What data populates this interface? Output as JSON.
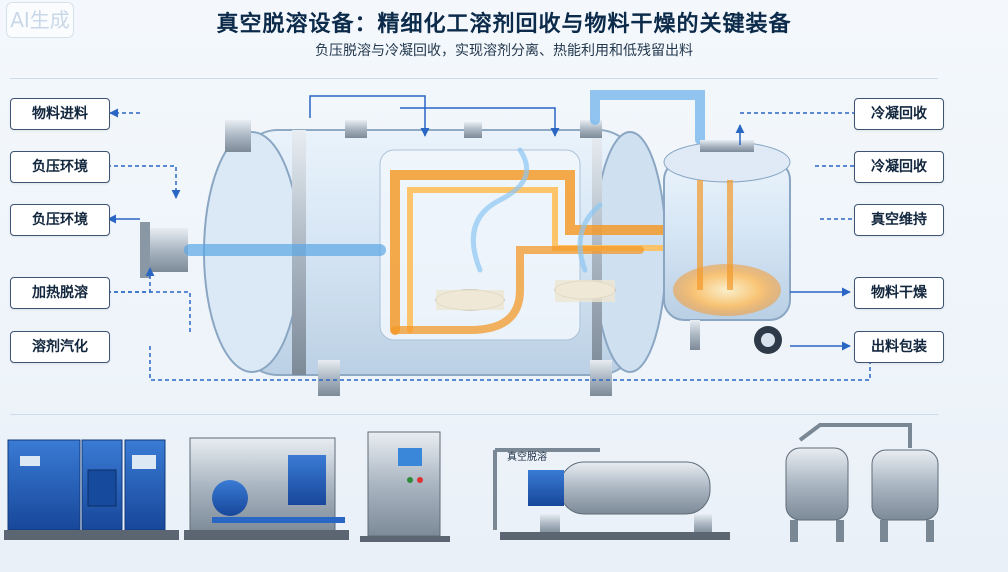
{
  "watermark": "AI生成",
  "header": {
    "title": "真空脱溶设备：精细化工溶剂回收与物料干燥的关键装备",
    "subtitle": "负压脱溶与冷凝回收，实现溶剂分离、热能利用和低残留出料"
  },
  "left_labels": [
    "物料进料",
    "负压环境",
    "负压环境",
    "加热脱溶",
    "溶剂汽化"
  ],
  "right_labels": [
    "冷凝回收",
    "冷凝回收",
    "真空维持",
    "物料干燥",
    "出料包装"
  ],
  "equipment_tag": "真空脱溶",
  "colors": {
    "hot_pipe": "#f39a2a",
    "cold_pipe": "#5aa6e6",
    "label_border": "#3d5573",
    "machine_blue": "#1f5fb8"
  }
}
